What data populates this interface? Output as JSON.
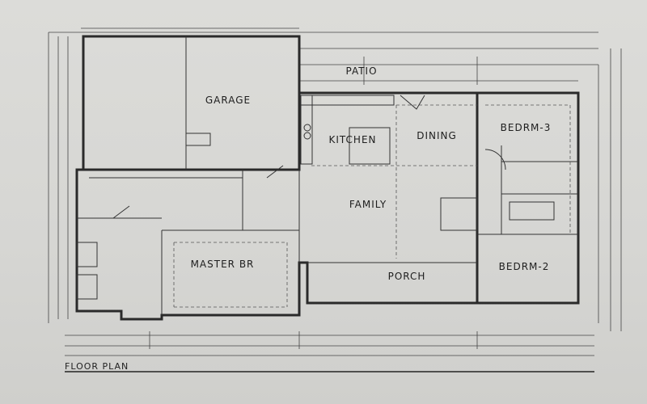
{
  "plan": {
    "title": "FLOOR PLAN",
    "rooms": {
      "garage": "GARAGE",
      "patio": "PATIO",
      "kitchen": "KITCHEN",
      "dining": "DINING",
      "bedrm3": "BEDRM-3",
      "family": "FAMILY",
      "master": "MASTER BR",
      "porch": "PORCH",
      "bedrm2": "BEDRM-2"
    }
  }
}
